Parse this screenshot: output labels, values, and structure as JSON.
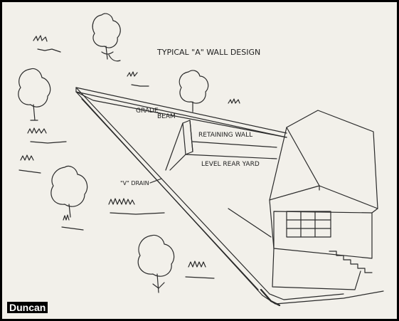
{
  "diagram": {
    "title": "TYPICAL \"A\" WALL DESIGN",
    "labels": {
      "grade_beam_line1": "GRADE",
      "grade_beam_line2": "BEAM",
      "retaining_wall": "RETAINING WALL",
      "level_rear_yard": "LEVEL REAR YARD",
      "v_drain": "\"V\" DRAIN"
    },
    "credit": "Duncan",
    "colors": {
      "paper": "#f2f0ea",
      "ink": "#2a2a2a",
      "border": "#000000"
    }
  }
}
